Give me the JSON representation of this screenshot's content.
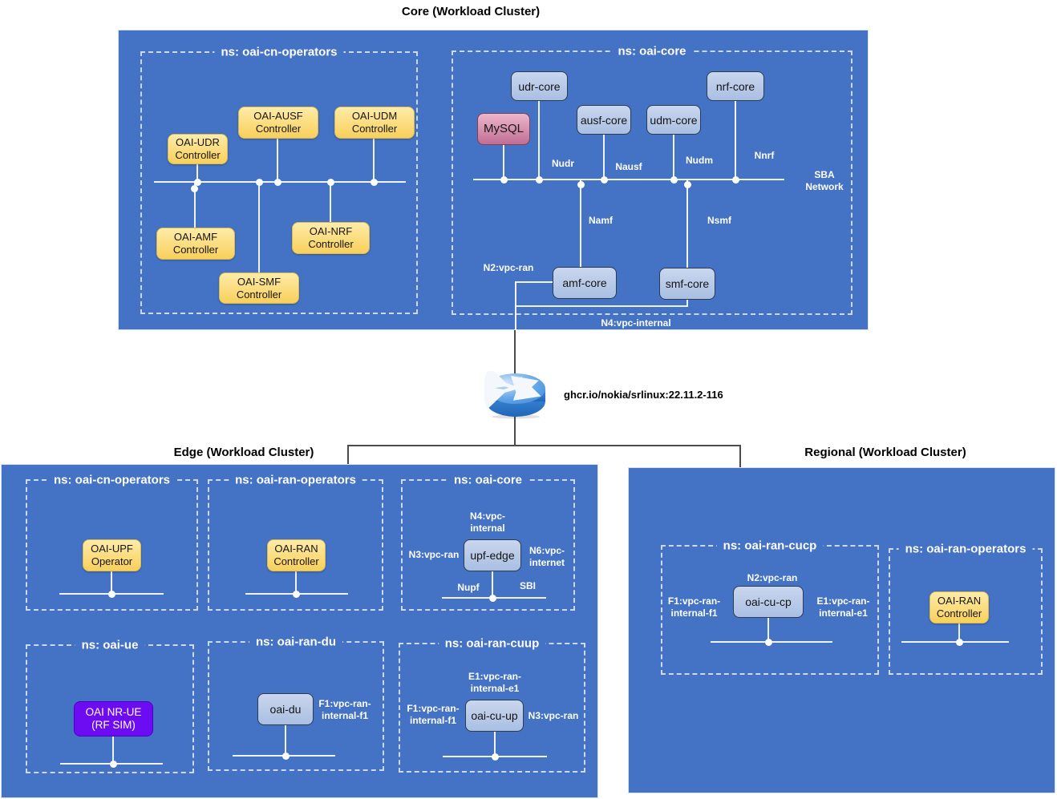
{
  "core": {
    "title": "Core (Workload Cluster)",
    "operators_ns": {
      "title": "ns: oai-cn-operators",
      "nodes": {
        "udr": "OAI-UDR\nController",
        "ausf": "OAI-AUSF\nController",
        "udm": "OAI-UDM\nController",
        "amf": "OAI-AMF\nController",
        "smf": "OAI-SMF\nController",
        "nrf": "OAI-NRF\nController"
      }
    },
    "core_ns": {
      "title": "ns: oai-core",
      "nodes": {
        "mysql": "MySQL",
        "udr": "udr-core",
        "ausf": "ausf-core",
        "udm": "udm-core",
        "nrf": "nrf-core",
        "amf": "amf-core",
        "smf": "smf-core"
      },
      "labels": {
        "nudr": "Nudr",
        "nausf": "Nausf",
        "nudm": "Nudm",
        "nnrf": "Nnrf",
        "sba": "SBA\nNetwork",
        "namf": "Namf",
        "nsmf": "Nsmf",
        "n2": "N2:vpc-ran",
        "n4": "N4:vpc-internal"
      }
    }
  },
  "router": {
    "label": "ghcr.io/nokia/srlinux:22.11.2-116"
  },
  "edge": {
    "title": "Edge (Workload Cluster)",
    "cn_operators_ns": {
      "title": "ns: oai-cn-operators",
      "nodes": {
        "upf_operator": "OAI-UPF\nOperator"
      }
    },
    "ran_operators_ns": {
      "title": "ns: oai-ran-operators",
      "nodes": {
        "ran_controller": "OAI-RAN\nController"
      }
    },
    "core_ns": {
      "title": "ns: oai-core",
      "nodes": {
        "upf_edge": "upf-edge"
      },
      "labels": {
        "n4": "N4:vpc-\ninternal",
        "n3": "N3:vpc-ran",
        "n6": "N6:vpc-\ninternet",
        "nupf": "Nupf",
        "sbi": "SBI"
      }
    },
    "ue_ns": {
      "title": "ns: oai-ue",
      "nodes": {
        "nr_ue": "OAI NR-UE\n(RF SIM)"
      }
    },
    "ran_du_ns": {
      "title": "ns: oai-ran-du",
      "nodes": {
        "du": "oai-du"
      },
      "labels": {
        "f1": "F1:vpc-ran-\ninternal-f1"
      }
    },
    "ran_cuup_ns": {
      "title": "ns: oai-ran-cuup",
      "nodes": {
        "cuup": "oai-cu-up"
      },
      "labels": {
        "e1": "E1:vpc-ran-\ninternal-e1",
        "f1": "F1:vpc-ran-\ninternal-f1",
        "n3": "N3:vpc-ran"
      }
    }
  },
  "regional": {
    "title": "Regional (Workload Cluster)",
    "ran_cucp_ns": {
      "title": "ns: oai-ran-cucp",
      "nodes": {
        "cucp": "oai-cu-cp"
      },
      "labels": {
        "n2": "N2:vpc-ran",
        "f1": "F1:vpc-ran-\ninternal-f1",
        "e1": "E1:vpc-ran-\ninternal-e1"
      }
    },
    "ran_operators_ns": {
      "title": "ns: oai-ran-operators",
      "nodes": {
        "ran_controller": "OAI-RAN\nController"
      }
    }
  },
  "colors": {
    "cluster_blue": "#4472c4",
    "node_yellow": "#ffe599",
    "node_blue": "#b4c7e7",
    "node_pink": "#d4799e",
    "node_purple": "#6d0cf2",
    "bus_line": "#eef2f9"
  }
}
